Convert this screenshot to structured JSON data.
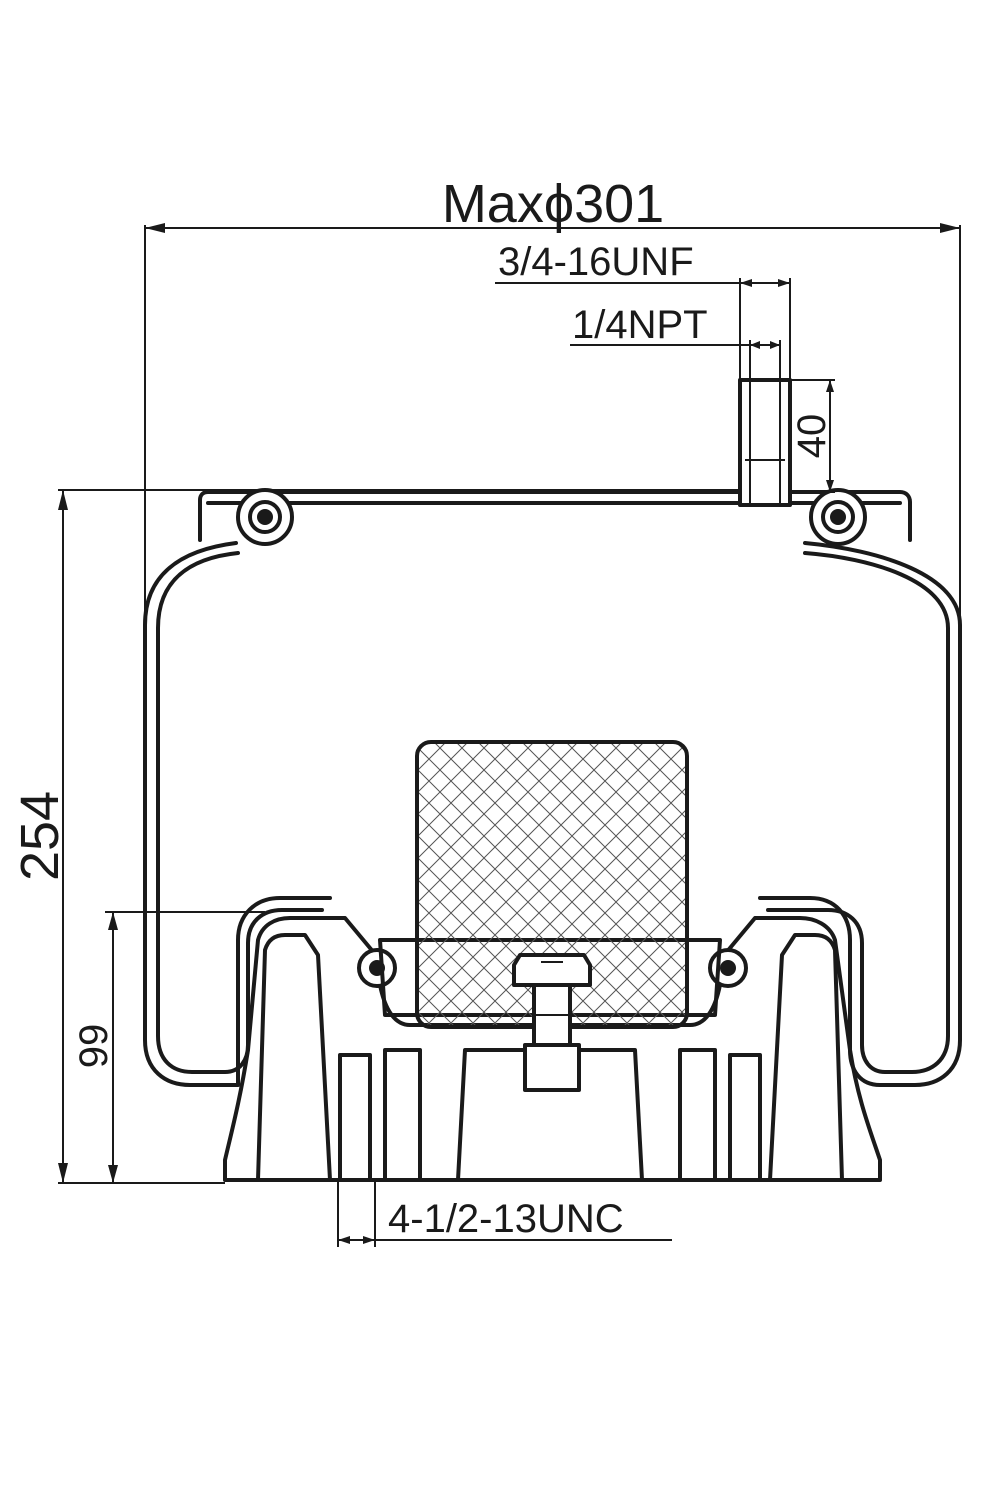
{
  "dimensions": {
    "max_diameter": "Maxϕ301",
    "top_thread": "3/4-16UNF",
    "air_port": "1/4NPT",
    "stud_height": "40",
    "overall_height": "254",
    "piston_height": "99",
    "bottom_thread": "4-1/2-13UNC"
  },
  "colors": {
    "line": "#1a1a1a",
    "background": "#ffffff",
    "bumper_hatch": "#555555"
  }
}
